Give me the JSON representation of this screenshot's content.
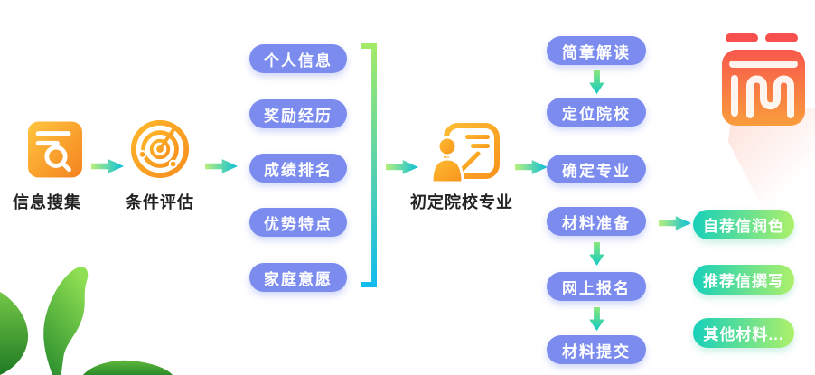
{
  "diagram": {
    "stages": [
      {
        "label": "信息搜集",
        "icon": "document-search-icon"
      },
      {
        "label": "条件评估",
        "icon": "radar-icon"
      },
      {
        "label": "初定院校专业",
        "icon": "person-board-icon"
      }
    ],
    "evaluation_items": [
      "个人信息",
      "奖励经历",
      "成绩排名",
      "优势特点",
      "家庭意愿"
    ],
    "application_steps": [
      "简章解读",
      "定位院校",
      "确定专业",
      "材料准备",
      "网上报名",
      "材料提交"
    ],
    "material_items": [
      "自荐信润色",
      "推荐信撰写",
      "其他材料..."
    ],
    "decorations": {
      "logo_icon": "orange-seal-logo",
      "leaves_icon": "green-leaves"
    },
    "colors": {
      "node_blue": "#7b8cee",
      "node_green_start": "#17d0ba",
      "node_green_end": "#aef06b",
      "arrow_start": "#b7ef7d",
      "arrow_end": "#0abfd9",
      "icon_orange_start": "#ffc63e",
      "icon_orange_end": "#f48220",
      "logo_red": "#f8504d",
      "label_text": "#222222"
    }
  }
}
